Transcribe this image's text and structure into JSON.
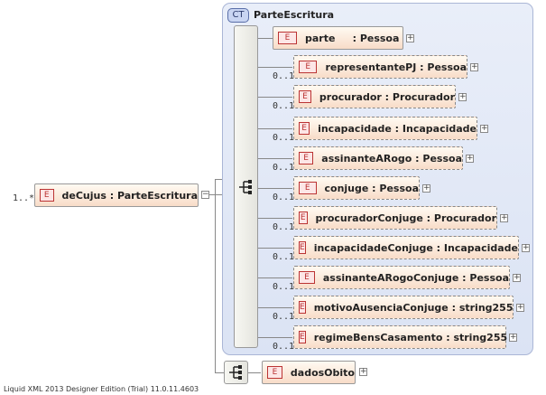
{
  "complex_type": {
    "badge": "CT",
    "name": "ParteEscritura"
  },
  "root": {
    "badge": "E",
    "label": "deCujus : ParteEscritura",
    "cardinality": "1..*"
  },
  "children": [
    {
      "badge": "E",
      "label": "parte     : Pessoa",
      "cardinality": "",
      "optional": false
    },
    {
      "badge": "E",
      "label": "representantePJ : Pessoa",
      "cardinality": "0..1",
      "optional": true
    },
    {
      "badge": "E",
      "label": "procurador : Procurador",
      "cardinality": "0..1",
      "optional": true
    },
    {
      "badge": "E",
      "label": "incapacidade : Incapacidade",
      "cardinality": "0..1",
      "optional": true
    },
    {
      "badge": "E",
      "label": "assinanteARogo : Pessoa",
      "cardinality": "0..1",
      "optional": true
    },
    {
      "badge": "E",
      "label": "conjuge : Pessoa",
      "cardinality": "0..1",
      "optional": true
    },
    {
      "badge": "E",
      "label": "procuradorConjuge : Procurador",
      "cardinality": "0..1",
      "optional": true
    },
    {
      "badge": "E",
      "label": "incapacidadeConjuge : Incapacidade",
      "cardinality": "0..1",
      "optional": true
    },
    {
      "badge": "E",
      "label": "assinanteARogoConjuge : Pessoa",
      "cardinality": "0..1",
      "optional": true
    },
    {
      "badge": "E",
      "label": "motivoAusenciaConjuge : string255",
      "cardinality": "0..1",
      "optional": true
    },
    {
      "badge": "E",
      "label": "regimeBensCasamento : string255",
      "cardinality": "0..1",
      "optional": true
    }
  ],
  "sibling": {
    "badge": "E",
    "label": "dadosObito"
  },
  "footer": "Liquid XML 2013 Designer Edition (Trial) 11.0.11.4603",
  "icons": {
    "expand": "plus-icon",
    "collapse": "minus-icon",
    "sequence": "sequence-icon"
  }
}
